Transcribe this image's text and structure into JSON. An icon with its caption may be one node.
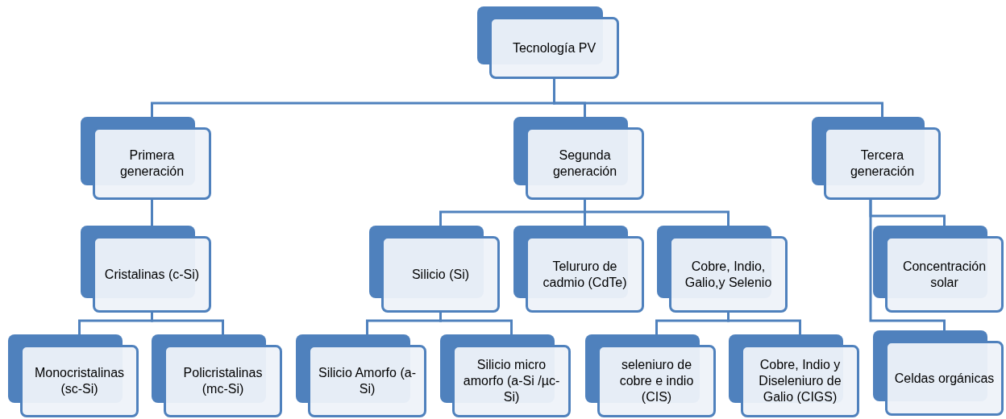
{
  "diagram": {
    "nodes": [
      {
        "text": [
          "Tecnología PV"
        ]
      },
      {
        "text": [
          "Primera generación"
        ]
      },
      {
        "text": [
          "Segunda generación"
        ]
      },
      {
        "text": [
          "Tercera generación"
        ]
      },
      {
        "text": [
          "Cristalinas (c-Si)"
        ]
      },
      {
        "text": [
          "Silicio (Si)"
        ]
      },
      {
        "text": [
          "Telururo de cadmio (CdTe)"
        ]
      },
      {
        "text": [
          "Cobre, Indio, Galio,y Selenio"
        ]
      },
      {
        "text": [
          "Concentración solar"
        ]
      },
      {
        "text": [
          "Celdas orgánicas"
        ]
      },
      {
        "text": [
          "Monocristalinas (sc-Si)"
        ]
      },
      {
        "text": [
          "Policristalinas (mc-Si)"
        ]
      },
      {
        "text": [
          "Silicio Amorfo (a-Si)"
        ]
      },
      {
        "text": [
          "Silicio micro amorfo (a-Si /µc-Si)"
        ]
      },
      {
        "text": [
          "seleniuro de cobre e indio (CIS)"
        ]
      },
      {
        "text": [
          "Cobre, Indio y Diseleniuro de Galio (CIGS)"
        ]
      }
    ],
    "edges": [
      {
        "from": 0,
        "to": 1,
        "arrow": "none"
      },
      {
        "from": 0,
        "to": 2,
        "arrow": "none"
      },
      {
        "from": 0,
        "to": 3,
        "arrow": "none"
      },
      {
        "from": 1,
        "to": 4,
        "arrow": "none"
      },
      {
        "from": 2,
        "to": 5,
        "arrow": "none"
      },
      {
        "from": 2,
        "to": 6,
        "arrow": "none"
      },
      {
        "from": 2,
        "to": 7,
        "arrow": "none"
      },
      {
        "from": 3,
        "to": 8,
        "arrow": "none"
      },
      {
        "from": 3,
        "to": 9,
        "arrow": "none"
      },
      {
        "from": 4,
        "to": 10,
        "arrow": "none"
      },
      {
        "from": 4,
        "to": 11,
        "arrow": "none"
      },
      {
        "from": 5,
        "to": 12,
        "arrow": "none"
      },
      {
        "from": 5,
        "to": 13,
        "arrow": "none"
      },
      {
        "from": 7,
        "to": 14,
        "arrow": "none"
      },
      {
        "from": 7,
        "to": 15,
        "arrow": "none"
      }
    ]
  }
}
